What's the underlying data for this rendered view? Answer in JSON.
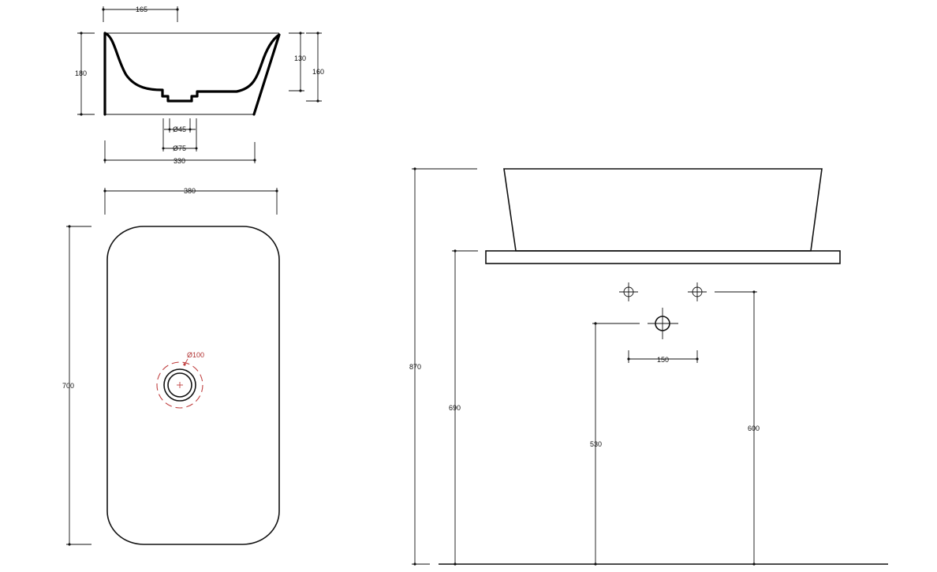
{
  "dimensions": {
    "top_half_width": "165",
    "bowl_depth": "130",
    "outer_height_left": "180",
    "outer_height_right": "160",
    "drain_inner_dia": "Ø45",
    "drain_outer_dia": "Ø75",
    "base_width": "330",
    "plan_width": "380",
    "plan_length": "700",
    "waste_dia": "Ø100",
    "total_height": "870",
    "countertop_height": "690",
    "waste_height": "530",
    "tap_height": "600",
    "tap_spacing": "150"
  }
}
